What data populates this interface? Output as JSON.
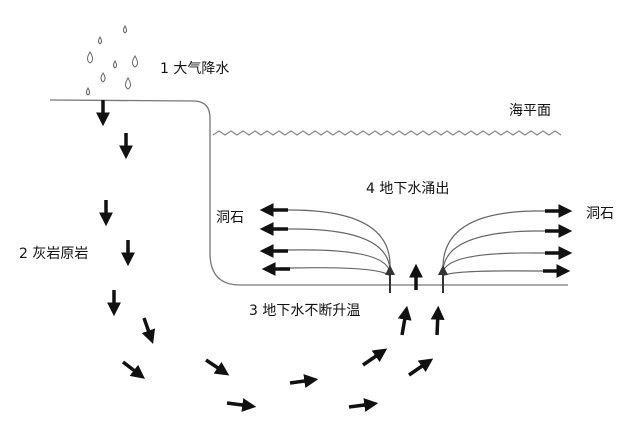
{
  "labels": {
    "precipitation": "1 大气降水",
    "sea_level": "海平面",
    "groundwater_emerge": "4 地下水涌出",
    "cave_left": "洞石",
    "cave_right": "洞石",
    "limestone": "2 灰岩原岩",
    "warming": "3 地下水不断升温"
  },
  "colors": {
    "arrow": "#111111",
    "line": "#777777",
    "text": "#111111"
  }
}
